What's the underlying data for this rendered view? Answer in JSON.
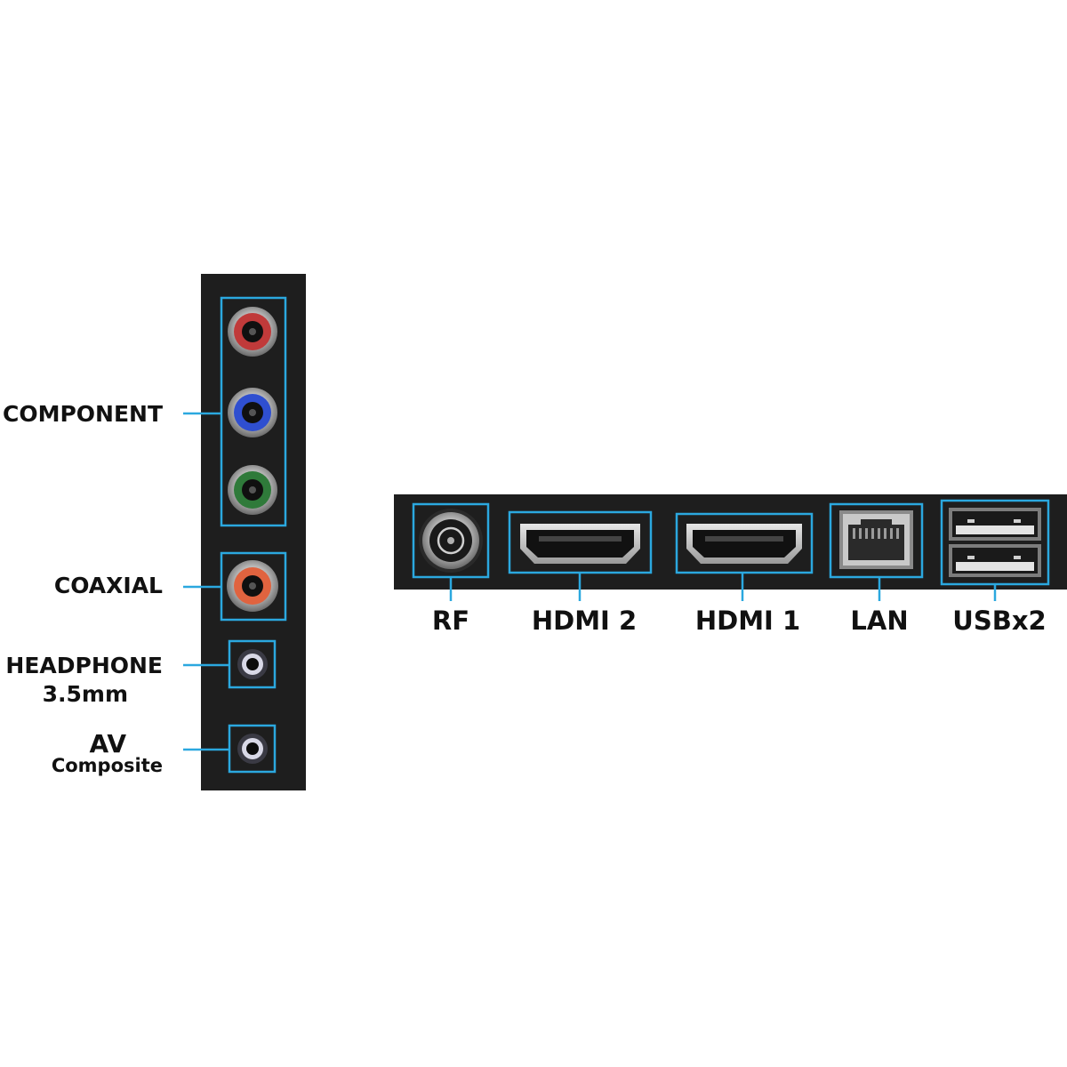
{
  "colors": {
    "accent": "#2ba8df",
    "panel": "#1e1e1e",
    "rca_red": "#c03a3a",
    "rca_blue": "#2f4fd0",
    "rca_green": "#2f7a3a",
    "rca_orange": "#e0633f"
  },
  "side_panel": {
    "labels": {
      "component": "COMPONENT",
      "coaxial": "COAXIAL",
      "headphone": "HEADPHONE",
      "headphone_spec": "3.5mm",
      "av": "AV",
      "av_sub": "Composite"
    }
  },
  "bottom_panel": {
    "labels": {
      "rf": "RF",
      "hdmi2": "HDMI 2",
      "hdmi1": "HDMI 1",
      "lan": "LAN",
      "usb": "USBx2"
    }
  }
}
